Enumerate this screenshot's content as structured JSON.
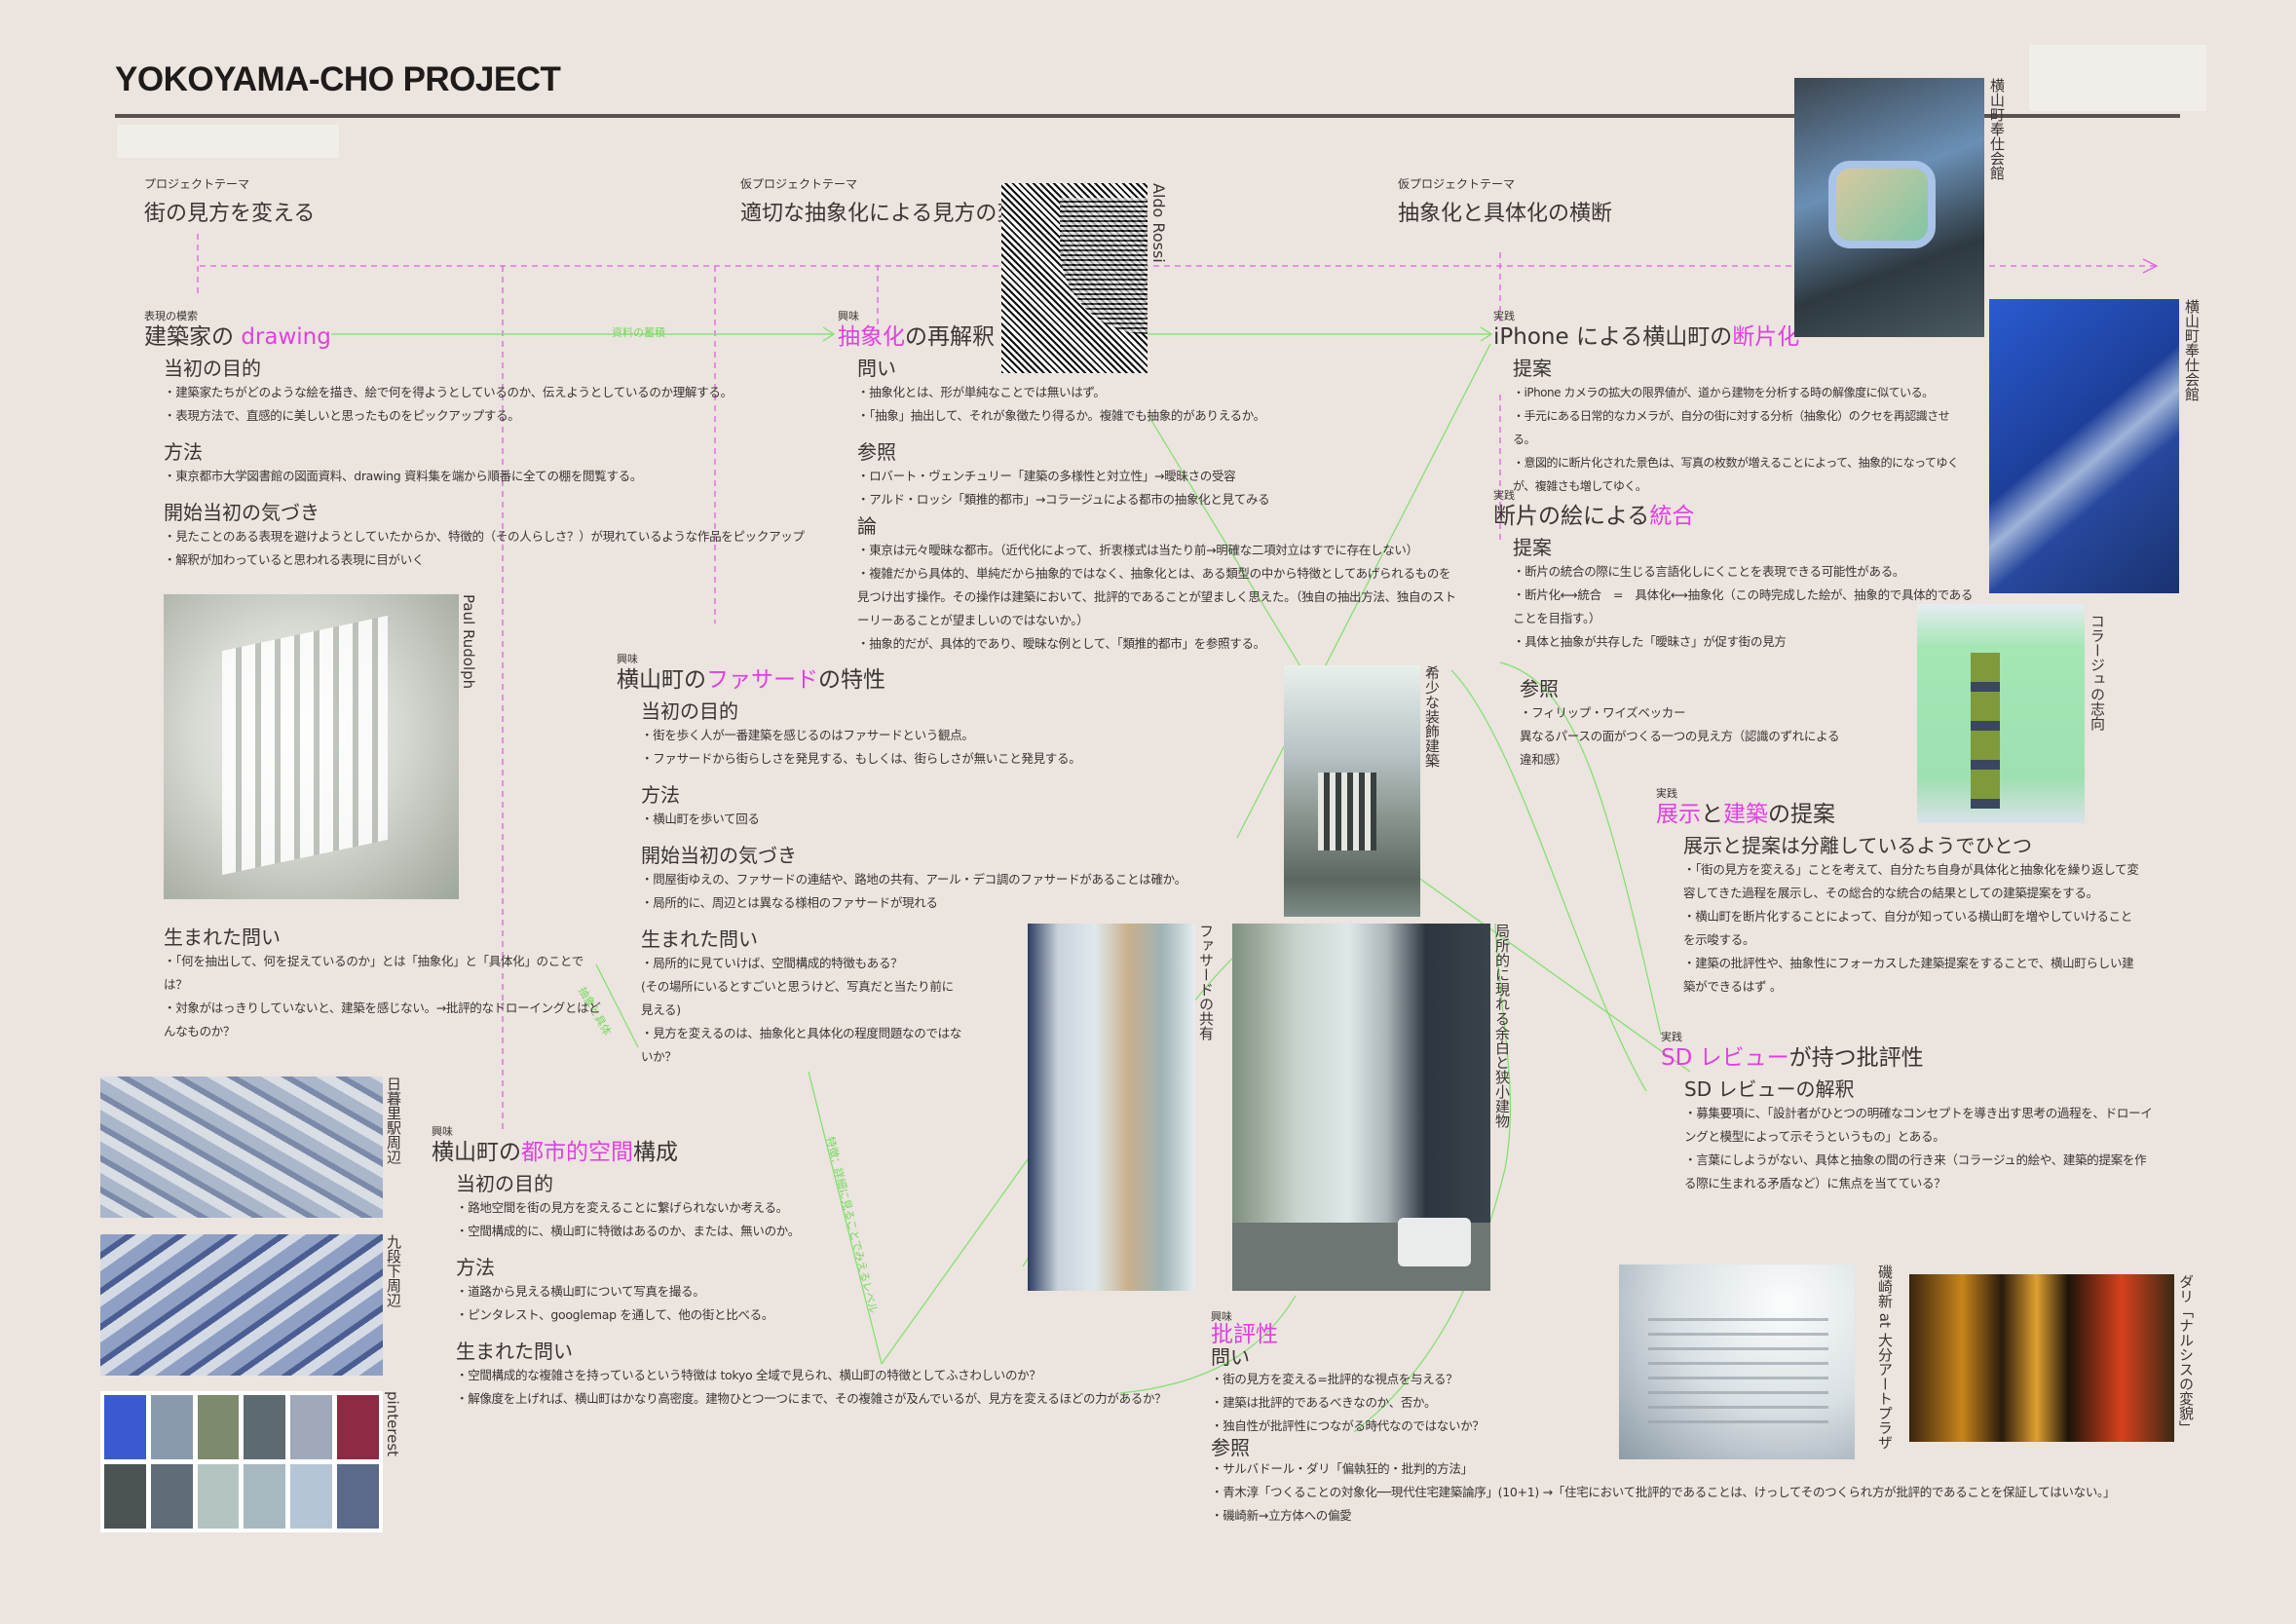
{
  "header": {
    "title": "YOKOYAMA-CHO PROJECT"
  },
  "themes": [
    {
      "tag": "プロジェクトテーマ",
      "title": "街の見方を変える"
    },
    {
      "tag": "仮プロジェクトテーマ",
      "title": "適切な抽象化による見方の変化"
    },
    {
      "tag": "仮プロジェクトテーマ",
      "title": "抽象化と具体化の横断"
    }
  ],
  "colors": {
    "background": "#ebe4df",
    "accent": "#e23fe0",
    "connector": "#74d95a",
    "timeline": "#e060e0"
  },
  "connector_labels": {
    "accumulate": "資料の蓄積",
    "abstract_concrete": "抽象と具体",
    "detail": "特徴：詳細に見ることでみえるレベル"
  },
  "s_drawing": {
    "tag": "表現の模索",
    "title_a": "建築家の ",
    "title_b": "drawing",
    "h1": "当初の目的",
    "b1": [
      "・建築家たちがどのような絵を描き、絵で何を得ようとしているのか、伝えようとしているのか理解する。",
      "・表現方法で、直感的に美しいと思ったものをピックアップする。"
    ],
    "h2": "方法",
    "b2": [
      "・東京都市大学図書館の図面資料、drawing 資料集を端から順番に全ての棚を閲覧する。"
    ],
    "h3": "開始当初の気づき",
    "b3": [
      "・見たことのある表現を避けようとしていたからか、特徴的（その人らしさ？）が現れているような作品をピックアップ",
      "・解釈が加わっていると思われる表現に目がいく"
    ],
    "h4": "生まれた問い",
    "b4": [
      "・「何を抽出して、何を捉えているのか」とは「抽象化」と「具体化」のことでは？",
      "・対象がはっきりしていないと、建築を感じない。→批評的なドローイングとはどんなものか？"
    ],
    "image_label": "Paul Rudolph"
  },
  "s_abstract": {
    "tag": "興味",
    "title_a": "抽象化",
    "title_b": "の再解釈",
    "h1": "問い",
    "b1": [
      "・抽象化とは、形が単純なことでは無いはず。",
      "・「抽象」抽出して、それが象徴たり得るか。複雑でも抽象的がありえるか。"
    ],
    "h2": "参照",
    "b2": [
      "・ロバート・ヴェンチュリー「建築の多様性と対立性」→曖昧さの受容",
      "・アルド・ロッシ「類推的都市」→コラージュによる都市の抽象化と見てみる"
    ],
    "h3": "論",
    "b3": [
      "・東京は元々曖昧な都市。（近代化によって、折衷様式は当たり前→明確な二項対立はすでに存在しない）",
      "・複雑だから具体的、単純だから抽象的ではなく、抽象化とは、ある類型の中から特徴としてあげられるものを見つけ出す操作。その操作は建築において、批評的であることが望ましく思えた。（独自の抽出方法、独自のストーリーあることが望ましいのではないか。）",
      "・抽象的だが、具体的であり、曖昧な例として、「類推的都市」を参照する。"
    ],
    "image_label": "Aldo Rossi"
  },
  "s_iphone": {
    "tag": "実践",
    "title_a": "iPhone による横山町の",
    "title_b": "断片化",
    "h1": "提案",
    "b1": [
      "・iPhone カメラの拡大の限界値が、道から建物を分析する時の解像度に似ている。",
      "・手元にある日常的なカメラが、自分の街に対する分析（抽象化）のクセを再認識させる。",
      "・意図的に断片化された景色は、写真の枚数が増えることによって、抽象的になってゆくが、複雑さも増してゆく。"
    ]
  },
  "s_integrate": {
    "tag": "実践",
    "title_a": "断片の絵による",
    "title_b": "統合",
    "h1": "提案",
    "b1": [
      "・断片の統合の際に生じる言語化しにくことを表現できる可能性がある。",
      "・断片化⟷統合　=　具体化⟷抽象化（この時完成した絵が、抽象的で具体的であることを目指す。）",
      "・具体と抽象が共存した「曖昧さ」が促す街の見方"
    ],
    "h2": "参照",
    "b2": [
      "・フィリップ・ワイズベッカー",
      "異なるパースの面がつくる一つの見え方（認識のずれによる違和感）"
    ]
  },
  "s_exhibit": {
    "tag": "実践",
    "title_a": "展示",
    "title_b": "と",
    "title_c": "建築",
    "title_d": "の提案",
    "h1": "展示と提案は分離しているようでひとつ",
    "b1": [
      "・「街の見方を変える」ことを考えて、自分たち自身が具体化と抽象化を繰り返して変容してきた過程を展示し、その総合的な統合の結果としての建築提案をする。",
      "・横山町を断片化することによって、自分が知っている横山町を増やしていけることを示唆する。",
      "・建築の批評性や、抽象性にフォーカスした建築提案をすることで、横山町らしい建築ができるはず 。"
    ]
  },
  "s_sd": {
    "tag": "実践",
    "title_a": "SD レビュー",
    "title_b": "が持つ批評性",
    "h1": "SD レビューの解釈",
    "b1": [
      "・募集要項に、「設計者がひとつの明確なコンセプトを導き出す思考の過程を、ドローイングと模型によって示そうというもの」とある。",
      "・言葉にしようがない、具体と抽象の間の行き来（コラージュ的絵や、建築的提案を作る際に生まれる矛盾など）に焦点を当てている？"
    ]
  },
  "s_facade": {
    "tag": "興味",
    "title_a": "横山町の",
    "title_b": "ファサード",
    "title_c": "の特性",
    "h1": "当初の目的",
    "b1": [
      "・街を歩く人が一番建築を感じるのはファサードという観点。",
      "・ファサードから街らしさを発見する、もしくは、街らしさが無いこと発見する。"
    ],
    "h2": "方法",
    "b2": [
      "・横山町を歩いて回る"
    ],
    "h3": "開始当初の気づき",
    "b3": [
      "・問屋街ゆえの、ファサードの連結や、路地の共有、アール・デコ調のファサードがあることは確か。",
      "・局所的に、周辺とは異なる様相のファサードが現れる"
    ],
    "h4": "生まれた問い",
    "b4": [
      "・局所的に見ていけば、空間構成的特徴もある？",
      "(その場所にいるとすごいと思うけど、写真だと当たり前に見える)",
      "・見方を変えるのは、抽象化と具体化の程度問題なのではないか？"
    ]
  },
  "s_urban": {
    "tag": "興味",
    "title_a": "横山町の",
    "title_b": "都市的空間",
    "title_c": "構成",
    "h1": "当初の目的",
    "b1": [
      "・路地空間を街の見方を変えることに繋げられないか考える。",
      "・空間構成的に、横山町に特徴はあるのか、または、無いのか。"
    ],
    "h2": "方法",
    "b2": [
      "・道路から見える横山町について写真を撮る。",
      "・ピンタレスト、googlemap を通して、他の街と比べる。"
    ],
    "h3": "生まれた問い",
    "b3": [
      "・空間構成的な複雑さを持っているという特徴は tokyo 全域で見られ、横山町の特徴としてふさわしいのか？",
      "・解像度を上げれば、横山町はかなり高密度。建物ひとつ一つにまで、その複雑さが及んでいるが、見方を変えるほどの力があるか？"
    ]
  },
  "s_critique": {
    "tag": "興味",
    "title": "批評性",
    "h1": "問い",
    "b1": [
      "・街の見方を変える=批評的な視点を与える？",
      "・建築は批評的であるべきなのか、否か。",
      "・独自性が批評性につながる時代なのではないか？"
    ],
    "h2": "参照",
    "b2": [
      "・サルバドール・ダリ「偏執狂的・批判的方法」",
      "・青木淳「つくることの対象化──現代住宅建築論序」(10+1) →「住宅において批評的であることは、けっしてそのつくられ方が批評的であることを保証してはいない。」",
      "・磯崎新→立方体への偏愛"
    ]
  },
  "image_labels": {
    "hoshi1": "横山町奉仕会館",
    "hoshi2": "横山町奉仕会館",
    "collage": "コラージュの志向",
    "rare": "希少な装飾建築",
    "facade_share": "ファサードの共有",
    "margin": "局所的に現れる余白と狭小建物",
    "nippori": "日暮里駅周辺",
    "kudan": "九段下周辺",
    "pinterest": "pinterest",
    "isozaki": "磯崎新 at 大分アートプラザ",
    "dali": "ダリ「ナルシスの変貌」"
  }
}
